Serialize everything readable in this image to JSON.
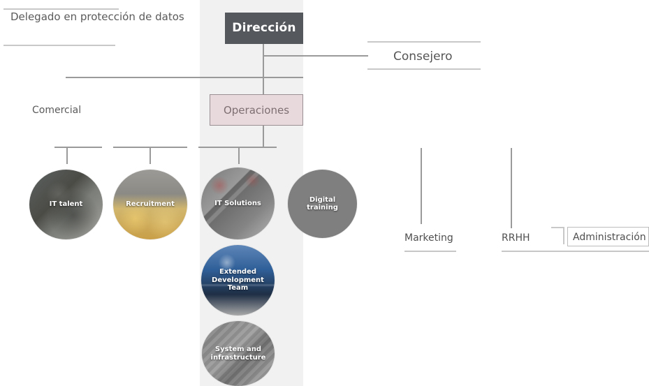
{
  "title": "",
  "top": {
    "dpo": "Delegado en protección de datos",
    "direction": "Dirección",
    "counselor": "Consejero"
  },
  "left": {
    "comercial": "Comercial"
  },
  "middle": {
    "operations": "Operaciones"
  },
  "services": [
    {
      "label": "IT talent",
      "icon": "people-icon"
    },
    {
      "label": "Recruitment",
      "icon": "tools-icon"
    },
    {
      "label": "IT Solutions",
      "icon": "computer-icon"
    },
    {
      "label": "Digital training",
      "icon": "training-icon"
    },
    {
      "label": "Extended Development Team",
      "icon": "team-icon"
    },
    {
      "label": "System and infrastructure",
      "icon": "infrastructure-icon"
    }
  ],
  "right": {
    "marketing": "Marketing",
    "rrhh": "RRHH",
    "administration": "Administración"
  },
  "colors": {
    "dark_box": "#55585c",
    "pink_box": "#e8d9dc",
    "line": "#9a9a9a",
    "circle_gray": "#7f7f7f"
  }
}
